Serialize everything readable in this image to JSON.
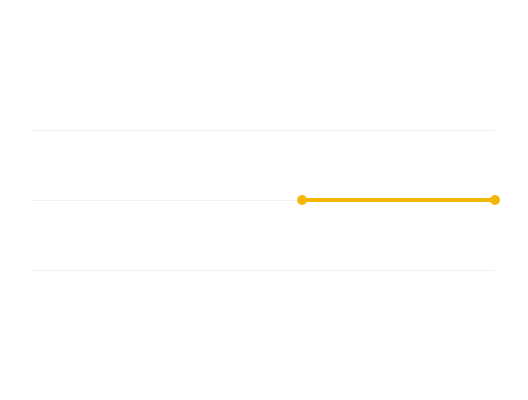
{
  "chart_data": {
    "type": "line",
    "x": [
      0,
      1
    ],
    "series": [
      {
        "values": [
          0.5,
          0.5
        ],
        "color": "#F2B705"
      }
    ],
    "xlim": [
      -1.4,
      1
    ],
    "ylim": [
      0,
      1.5
    ],
    "yticks": [
      0,
      0.5,
      1
    ],
    "grid": true,
    "gridColor": "#f2f2f2",
    "background": "#ffffff"
  }
}
